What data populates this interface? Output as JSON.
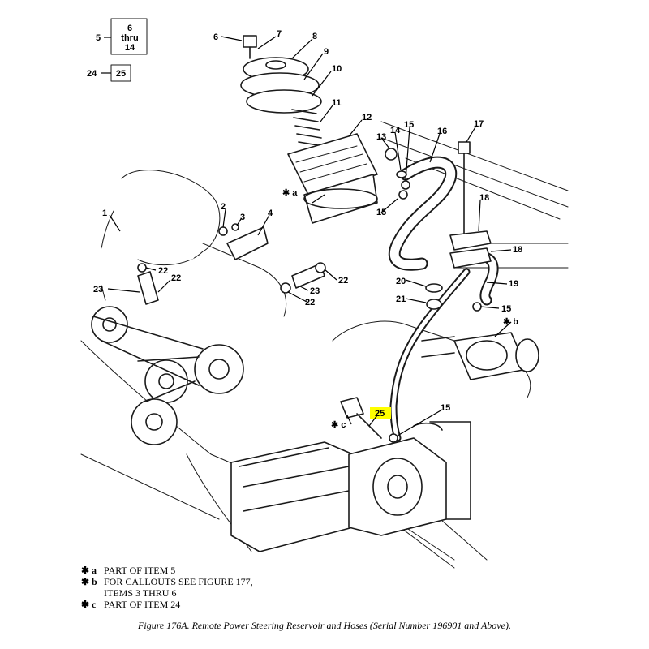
{
  "callouts": {
    "c1": "1",
    "c2": "2",
    "c3": "3",
    "c4": "4",
    "c5": "5",
    "c6": "6",
    "c7": "7",
    "c8": "8",
    "c9": "9",
    "c10": "10",
    "c11": "11",
    "c12": "12",
    "c13": "13",
    "c14": "14",
    "c15": "15",
    "c16": "16",
    "c17": "17",
    "c18": "18",
    "c19": "19",
    "c20": "20",
    "c21": "21",
    "c22": "22",
    "c23": "23",
    "c24": "24",
    "c25": "25",
    "star_a": "✱ a",
    "star_b": "✱ b",
    "star_c": "✱ c"
  },
  "legend_box": {
    "top": "6",
    "middle": "thru",
    "bottom": "14",
    "small": "25"
  },
  "notes": {
    "a_mark": "✱ a",
    "a_text": "PART OF ITEM 5",
    "b_mark": "✱ b",
    "b_text": "FOR CALLOUTS SEE FIGURE 177,",
    "b_text2": "ITEMS 3 THRU 6",
    "c_mark": "✱ c",
    "c_text": "PART OF ITEM 24"
  },
  "caption": "Figure 176A.  Remote Power Steering Reservoir and Hoses (Serial Number 196901 and Above).",
  "colors": {
    "line": "#1a1a1a",
    "highlight": "#ffff00"
  }
}
